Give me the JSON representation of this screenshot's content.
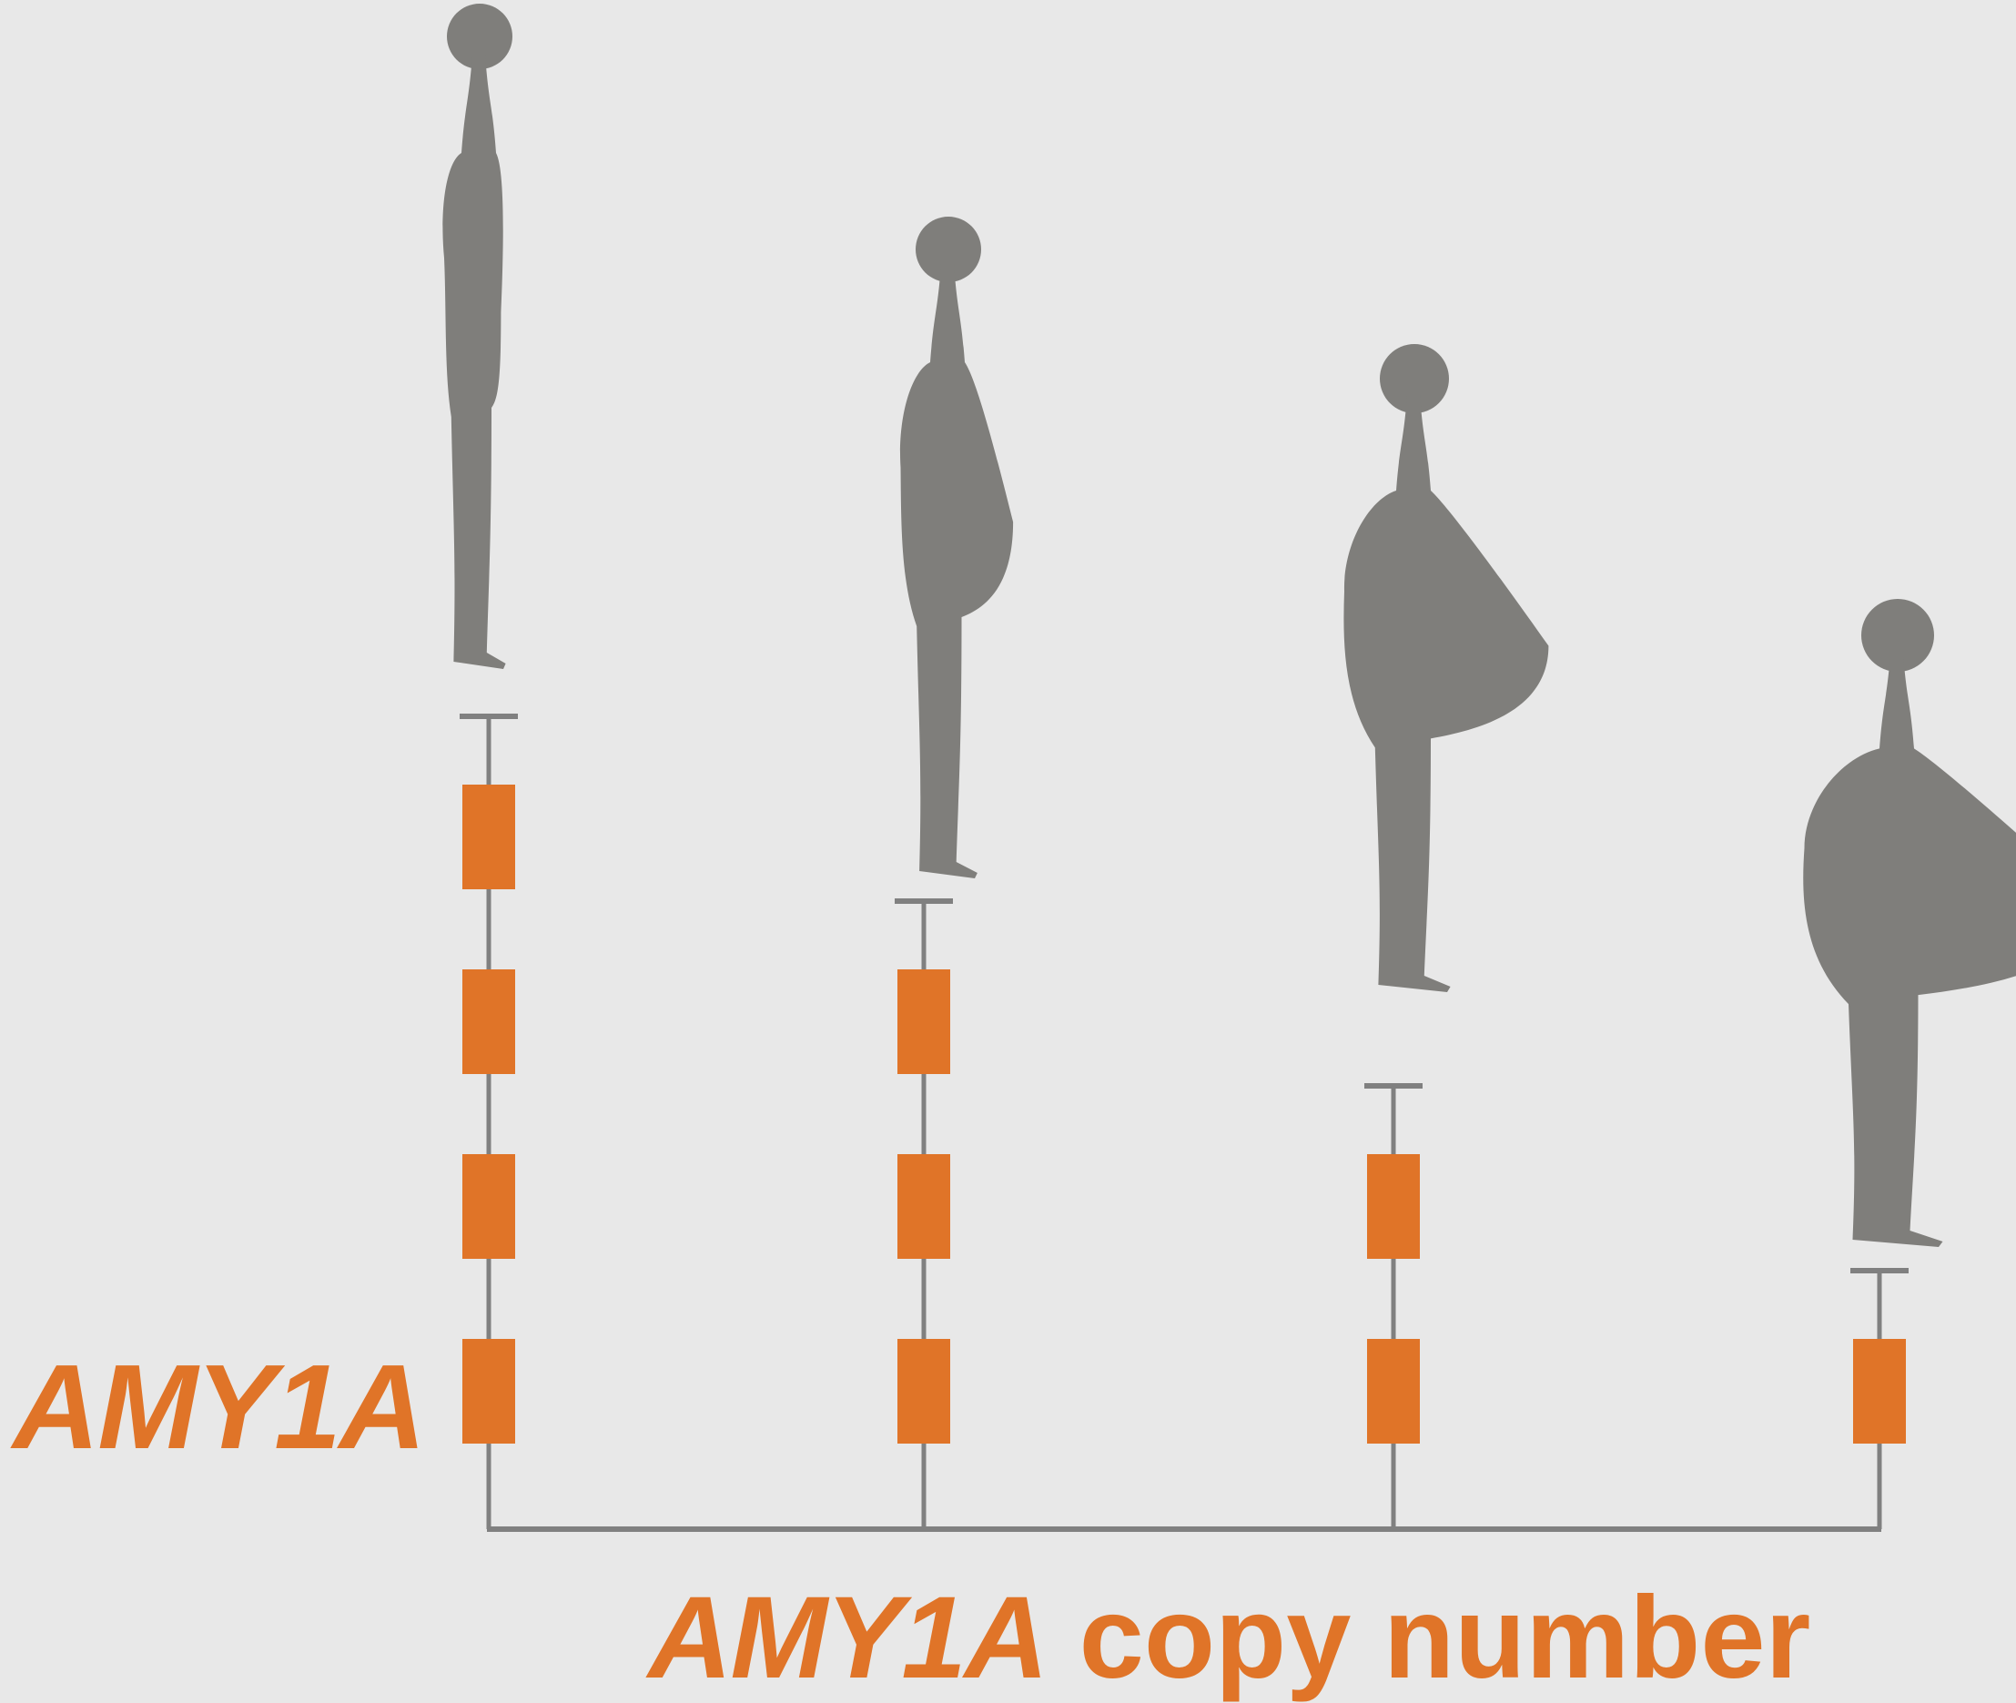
{
  "labels": {
    "gene_label": "AMY1A",
    "axis_gene": "AMY1A",
    "axis_text": " copy number"
  },
  "colors": {
    "background": "#e8e8e8",
    "accent": "#e07428",
    "line": "#808080",
    "silhouette": "#7f7e7b"
  },
  "figures": [
    {
      "copies": 4,
      "build": "lean"
    },
    {
      "copies": 3,
      "build": "slightly-overweight"
    },
    {
      "copies": 2,
      "build": "overweight"
    },
    {
      "copies": 1,
      "build": "obese"
    }
  ]
}
